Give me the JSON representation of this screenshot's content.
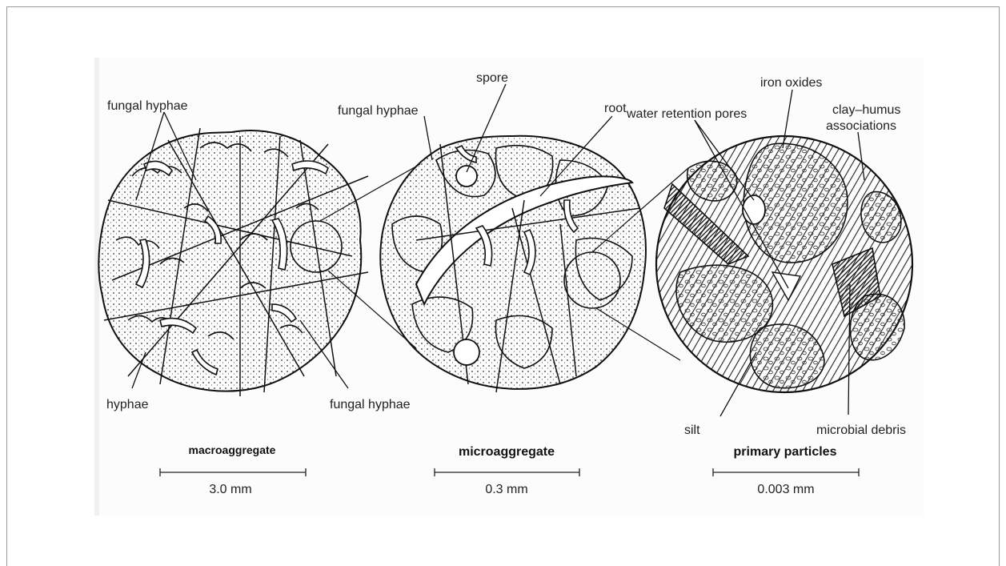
{
  "labels": {
    "fungal_hyphae_left": "fungal hyphae",
    "hyphae": "hyphae",
    "fungal_hyphae_bottom": "fungal hyphae",
    "spore": "spore",
    "root": "root",
    "fungal_hyphae_mid": "fungal hyphae",
    "iron_oxides": "iron oxides",
    "water_retention_pores": "water retention pores",
    "clay_humus_line1": "clay–humus",
    "clay_humus_line2": "associations",
    "silt": "silt",
    "microbial_debris": "microbial debris"
  },
  "panels": [
    {
      "title": "macroaggregate",
      "scale": "3.0 mm"
    },
    {
      "title": "microaggregate",
      "scale": "0.3 mm"
    },
    {
      "title": "primary particles",
      "scale": "0.003 mm"
    }
  ],
  "colors": {
    "ink": "#1a1a1a",
    "paper": "#ffffff"
  }
}
